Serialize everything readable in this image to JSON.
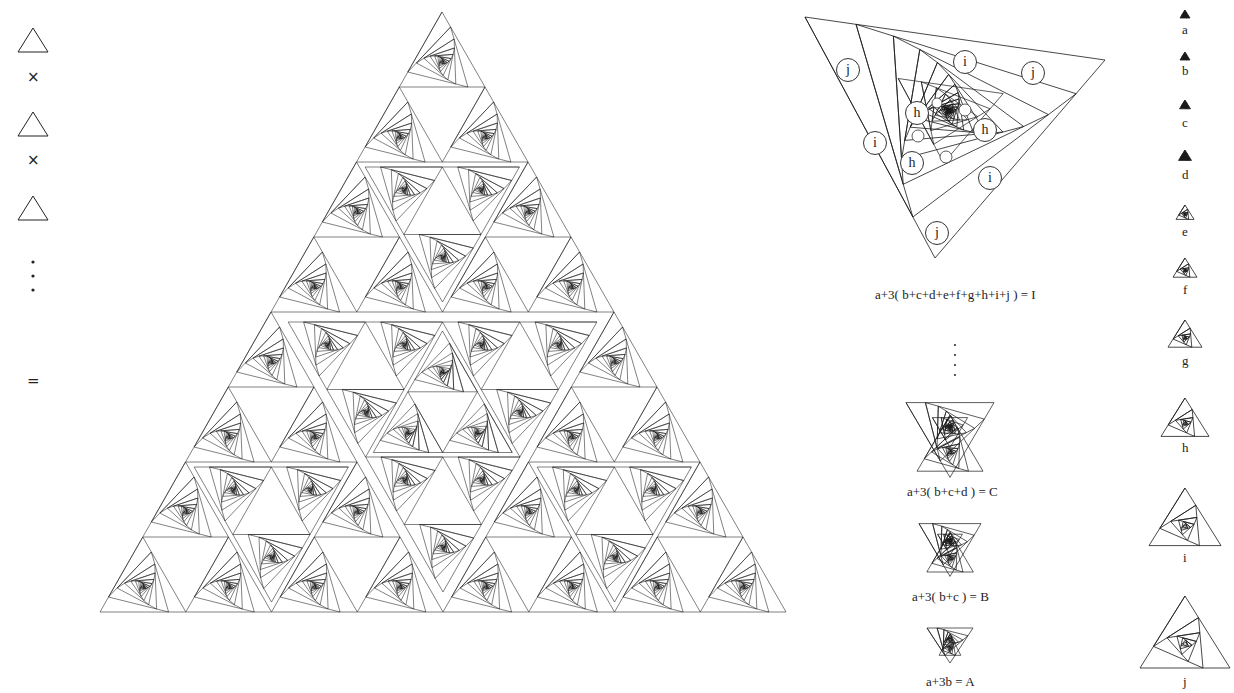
{
  "diagram": {
    "nodes": [
      {
        "text": [
          "j"
        ]
      },
      {
        "text": [
          "i"
        ]
      },
      {
        "text": [
          "j"
        ]
      },
      {
        "text": [
          "h"
        ]
      },
      {
        "text": [
          "h"
        ]
      },
      {
        "text": [
          "i"
        ]
      },
      {
        "text": [
          "h"
        ]
      },
      {
        "text": [
          "i"
        ]
      },
      {
        "text": [
          "j"
        ]
      }
    ],
    "labels": [
      "×",
      "×",
      "=",
      "a+3( b+c+d+e+f+g+h+i+j ) = I",
      "a+3( b+c+d ) = C",
      "a+3( b+c ) = B",
      "a+3b = A",
      "a",
      "b",
      "c",
      "d",
      "e",
      "f",
      "g",
      "h",
      "i",
      "j"
    ]
  }
}
